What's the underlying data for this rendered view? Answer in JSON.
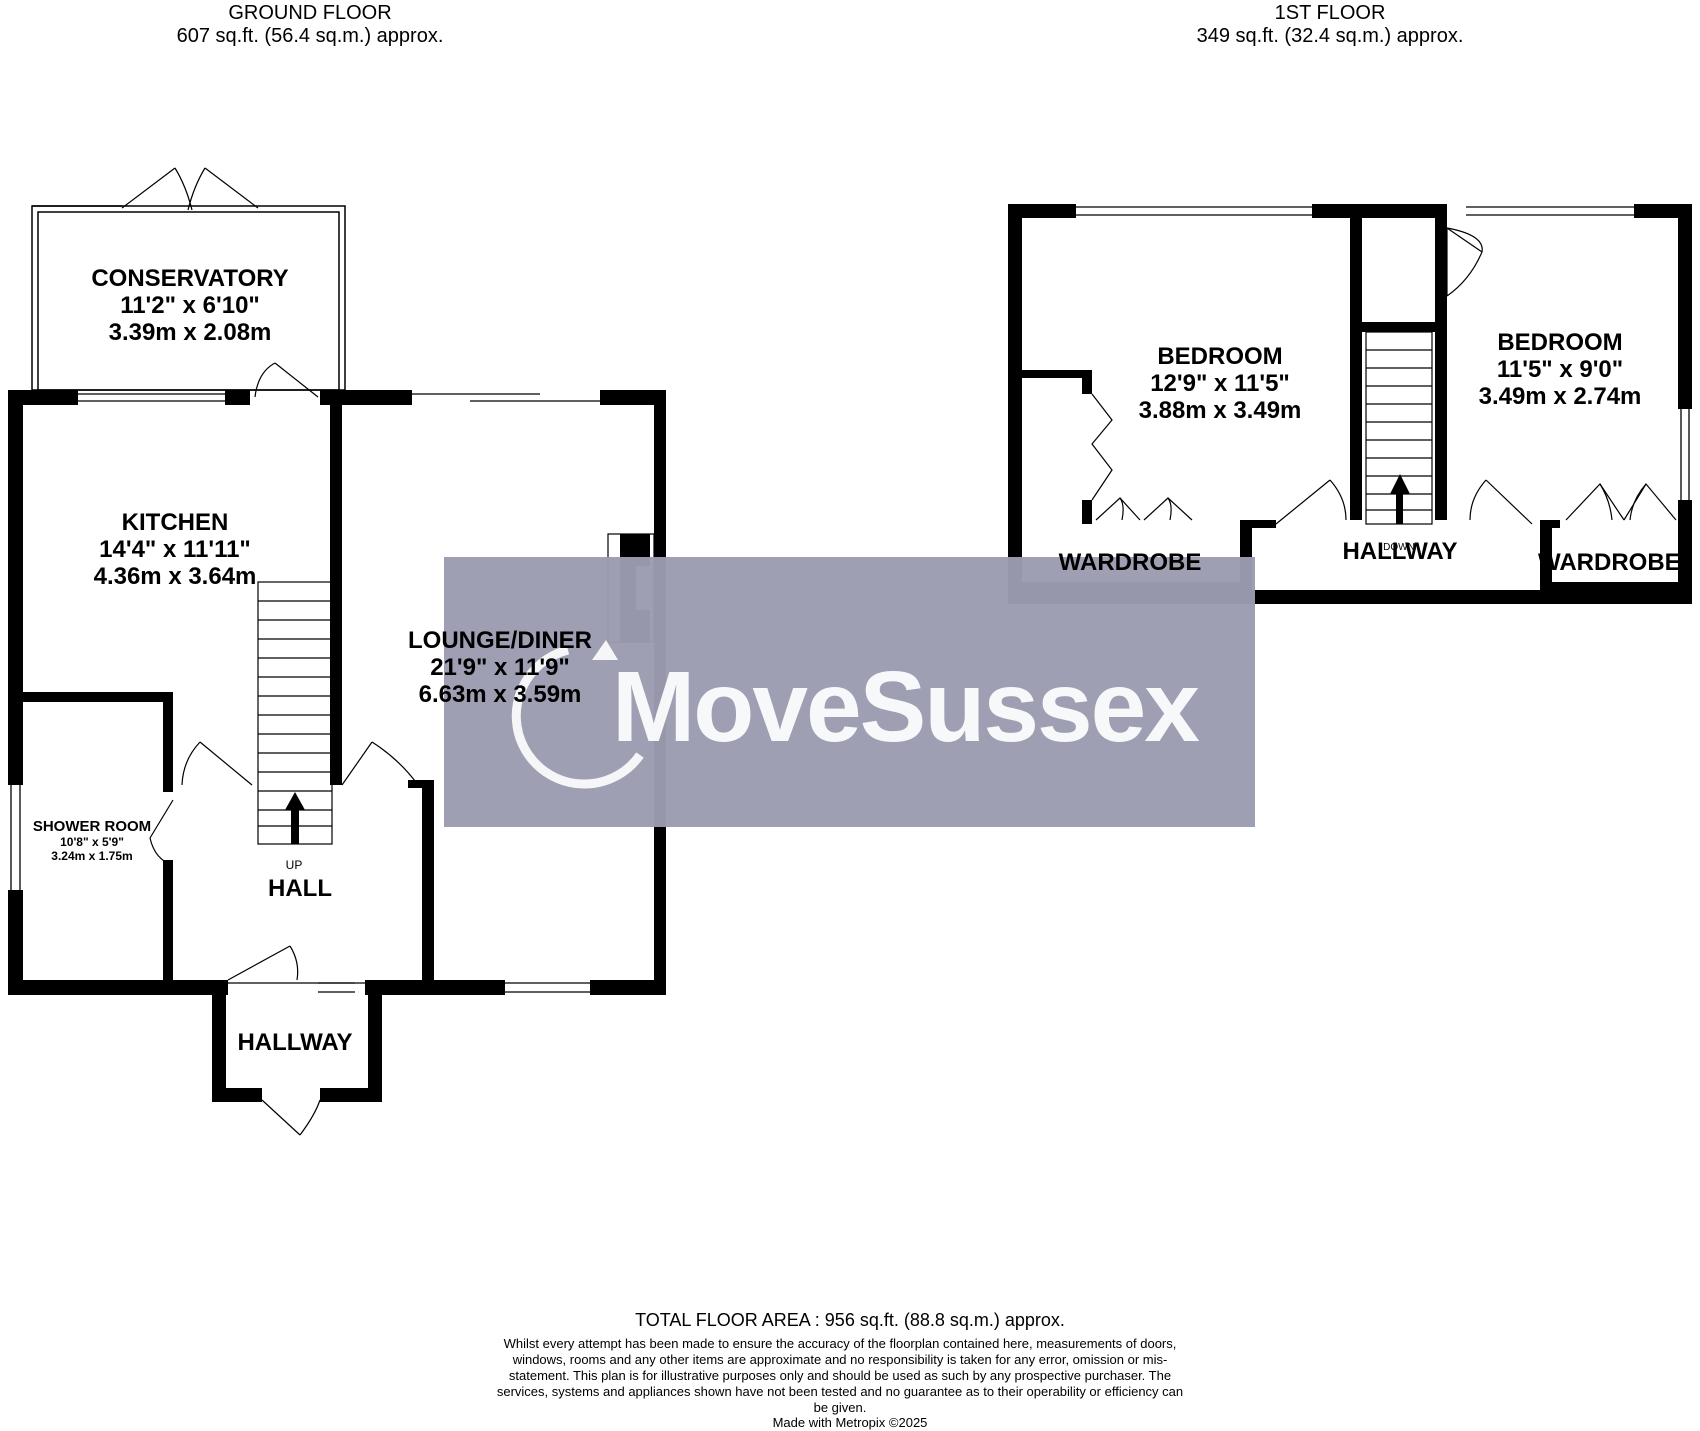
{
  "ground_floor": {
    "title": "GROUND FLOOR",
    "area": "607 sq.ft. (56.4 sq.m.) approx.",
    "rooms": [
      {
        "name": "CONSERVATORY",
        "imperial": "11'2\"  x 6'10\"",
        "metric": "3.39m  x 2.08m"
      },
      {
        "name": "KITCHEN",
        "imperial": "14'4\"  x 11'11\"",
        "metric": "4.36m  x 3.64m"
      },
      {
        "name": "LOUNGE/DINER",
        "imperial": "21'9\"  x 11'9\"",
        "metric": "6.63m  x 3.59m"
      },
      {
        "name": "SHOWER ROOM",
        "imperial": "10'8\"  x 5'9\"",
        "metric": "3.24m  x 1.75m"
      },
      {
        "name": "HALL"
      },
      {
        "name": "HALLWAY"
      }
    ],
    "stairs_label": "UP"
  },
  "first_floor": {
    "title": "1ST FLOOR",
    "area": "349 sq.ft. (32.4 sq.m.) approx.",
    "rooms": [
      {
        "name": "BEDROOM",
        "imperial": "12'9\"  x 11'5\"",
        "metric": "3.88m  x 3.49m"
      },
      {
        "name": "BEDROOM",
        "imperial": "11'5\"  x 9'0\"",
        "metric": "3.49m  x 2.74m"
      },
      {
        "name": "WARDROBE"
      },
      {
        "name": "HALLWAY"
      },
      {
        "name": "WARDROBE"
      }
    ],
    "stairs_label": "DOWN"
  },
  "watermark": {
    "text": "MoveSussex",
    "color": "#9b9cb1"
  },
  "footer": {
    "total_area": "TOTAL FLOOR AREA : 956 sq.ft. (88.8 sq.m.) approx.",
    "disclaimer": "Whilst every attempt has been made to ensure the accuracy of the floorplan contained here, measurements of doors, windows, rooms and any other items are approximate and no responsibility is taken for any error, omission or mis-statement. This plan is for illustrative purposes only and should be used as such by any prospective purchaser. The services, systems and appliances shown have not been tested and no guarantee as to their operability or efficiency can be given.",
    "credit": "Made with Metropix ©2025"
  }
}
